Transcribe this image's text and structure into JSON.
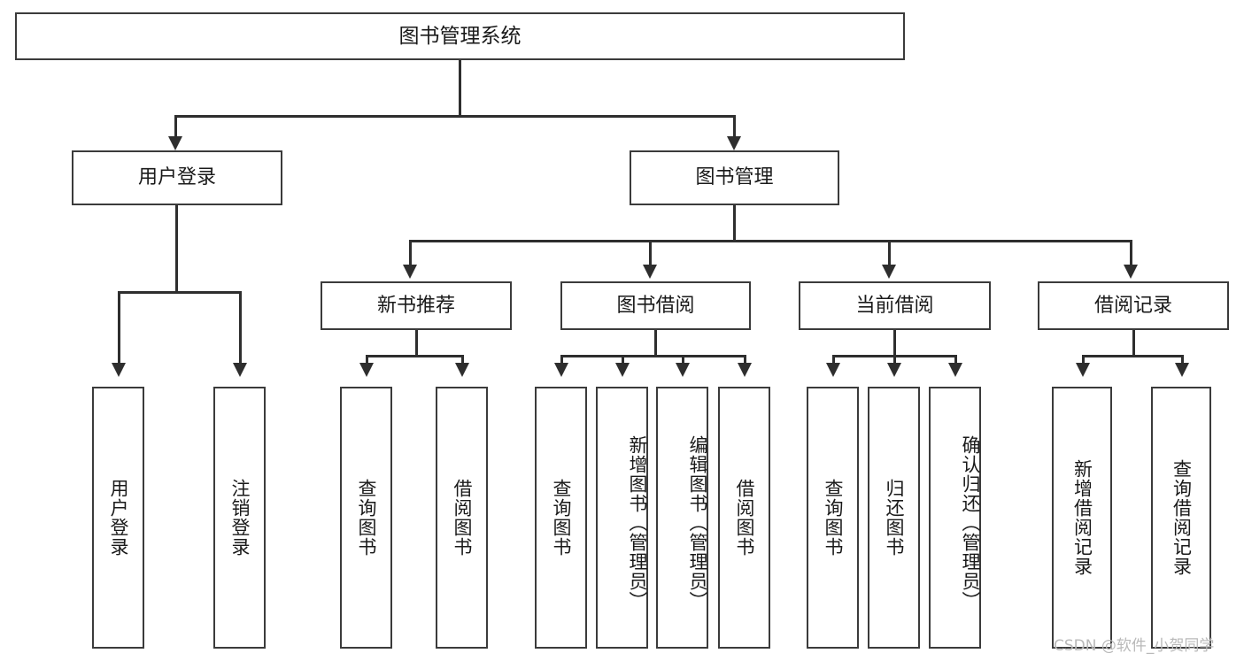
{
  "diagram": {
    "title": "图书管理系统",
    "type": "hierarchy-tree",
    "root": {
      "label": "图书管理系统"
    },
    "level2": [
      {
        "label": "用户登录"
      },
      {
        "label": "图书管理"
      }
    ],
    "level3": [
      {
        "label": "新书推荐"
      },
      {
        "label": "图书借阅"
      },
      {
        "label": "当前借阅"
      },
      {
        "label": "借阅记录"
      }
    ],
    "leaves": {
      "user_login": [
        {
          "label": "用户登录"
        },
        {
          "label": "注销登录"
        }
      ],
      "new_book_recommend": [
        {
          "label": "查询图书"
        },
        {
          "label": "借阅图书"
        }
      ],
      "book_borrow": [
        {
          "label": "查询图书"
        },
        {
          "label": "新增图书（管理员）"
        },
        {
          "label": "编辑图书（管理员）"
        },
        {
          "label": "借阅图书"
        }
      ],
      "current_borrow": [
        {
          "label": "查询图书"
        },
        {
          "label": "归还图书"
        },
        {
          "label": "确认归还（管理员）"
        }
      ],
      "borrow_record": [
        {
          "label": "新增借阅记录"
        },
        {
          "label": "查询借阅记录"
        }
      ]
    }
  },
  "watermark": {
    "text": "CSDN @软件_小贺同学"
  },
  "colors": {
    "background": "#ffffff",
    "box_fill": "#ffffff",
    "box_border": "#3b3b3b",
    "connector": "#2e2e2e",
    "text": "#1a1a1a",
    "watermark": "#b9b9b9"
  }
}
